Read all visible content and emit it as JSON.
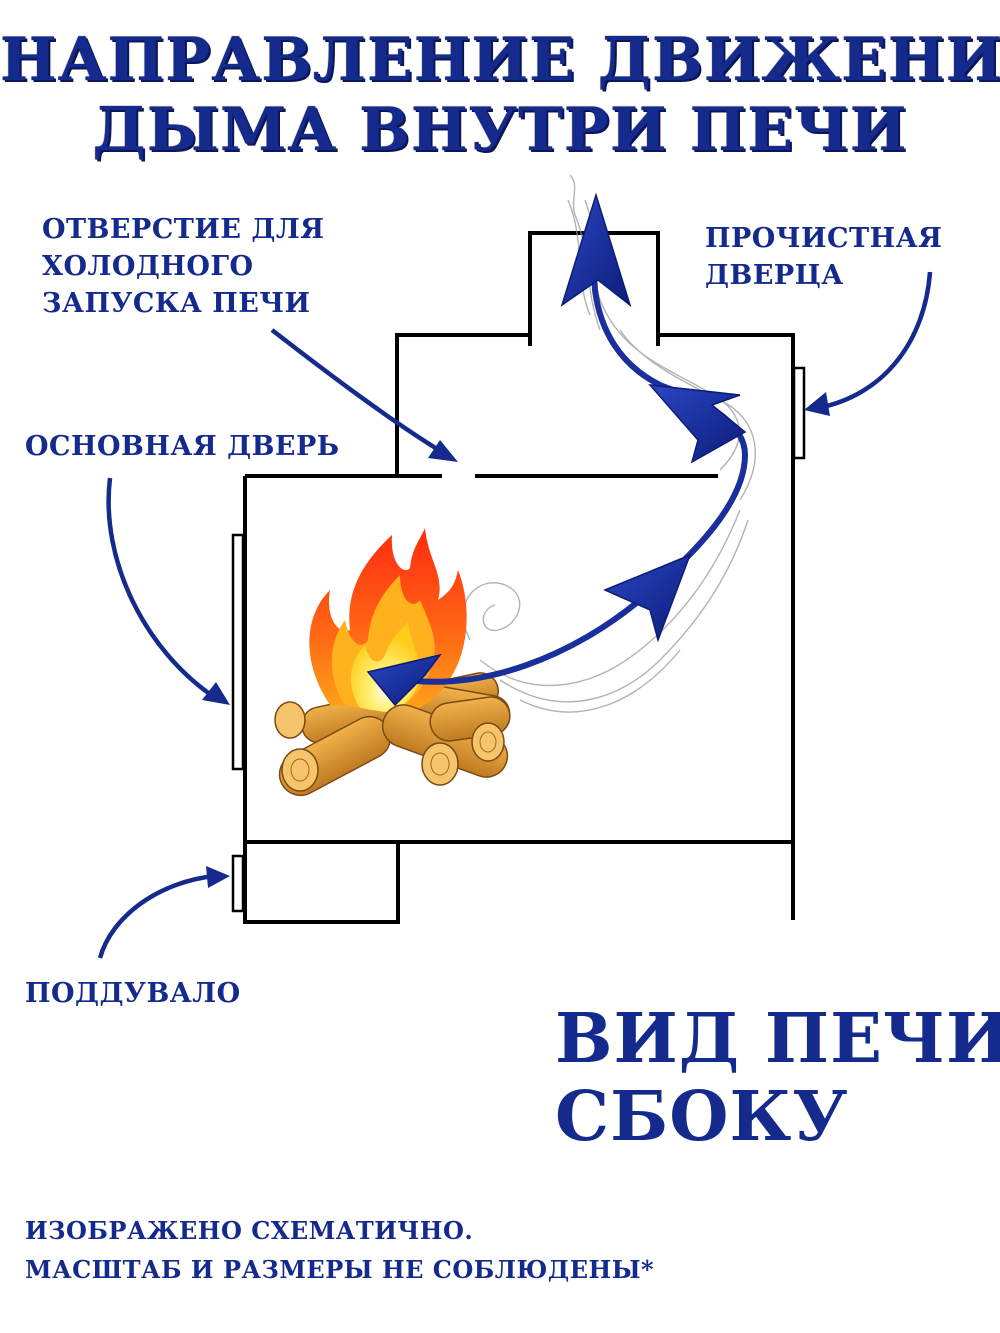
{
  "title": {
    "line1": "НАПРАВЛЕНИЕ ДВИЖЕНИЯ",
    "line2": "ДЫМА ВНУТРИ ПЕЧИ"
  },
  "labels": {
    "cold_start_hole": [
      "ОТВЕРСТИЕ ДЛЯ",
      "ХОЛОДНОГО",
      "ЗАПУСКА ПЕЧИ"
    ],
    "cleaning_door": [
      "ПРОЧИСТНАЯ",
      "ДВЕРЦА"
    ],
    "main_door": "ОСНОВНАЯ ДВЕРЬ",
    "ash_pit": "ПОДДУВАЛО"
  },
  "view_caption": {
    "line1": "ВИД ПЕЧИ",
    "line2": "СБОКУ"
  },
  "footnote": {
    "line1": "ИЗОБРАЖЕНО СХЕМАТИЧНО.",
    "line2": "МАСШТАБ И РАЗМЕРЫ НЕ СОБЛЮДЕНЫ*"
  },
  "colors": {
    "accent": "#142a8c",
    "outline": "#000000",
    "flame_outer": "#f04a1a",
    "flame_inner": "#ffd21e",
    "wood": "#d98a2b"
  },
  "icons": [
    "fire-icon",
    "smoke-icon",
    "arrow-icon"
  ]
}
